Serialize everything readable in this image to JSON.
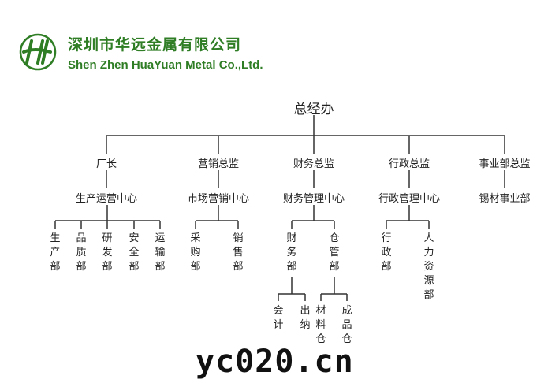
{
  "company": {
    "name_cn": "深圳市华远金属有限公司",
    "name_en": "Shen Zhen HuaYuan Metal Co.,Ltd.",
    "logo_letters": "HY",
    "brand_color": "#2f7d25"
  },
  "org": {
    "root": "总经办",
    "directors": [
      "厂长",
      "营销总监",
      "财务总监",
      "行政总监",
      "事业部总监"
    ],
    "centers": [
      "生产运营中心",
      "市场营销中心",
      "财务管理中心",
      "行政管理中心",
      "锡材事业部"
    ],
    "production_depts": [
      "生产部",
      "品质部",
      "研发部",
      "安全部",
      "运输部"
    ],
    "marketing_depts": [
      "采购部",
      "销售部"
    ],
    "finance_depts": [
      "财务部",
      "仓管部"
    ],
    "admin_depts": [
      "行政部",
      "人力资源部"
    ],
    "finance_sub": [
      "会计",
      "出纳"
    ],
    "warehouse_sub": [
      "材料仓",
      "成品仓"
    ]
  },
  "watermark": "yc020.cn"
}
